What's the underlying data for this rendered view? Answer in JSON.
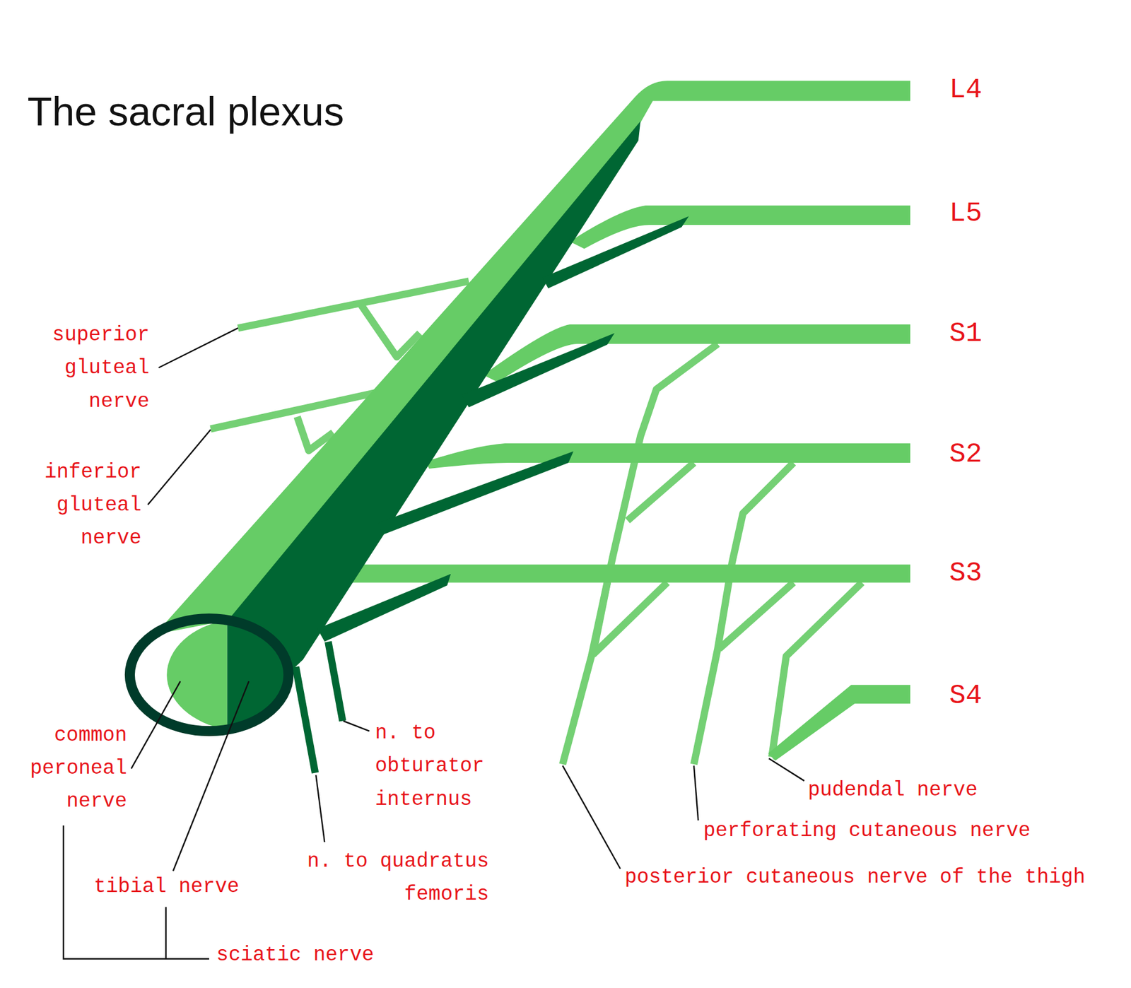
{
  "diagram": {
    "title": "The sacral plexus",
    "labels": [
      "L4",
      "L5",
      "S1",
      "superior gluteal nerve",
      "S2",
      "inferior gluteal nerve",
      "S3",
      "S4",
      "common peroneal nerve",
      "n. to obturator internus",
      "pudendal nerve",
      "perforating cutaneous nerve",
      "n. to quadratus femoris",
      "posterior cutaneous nerve of the thigh",
      "tibial nerve",
      "sciatic nerve"
    ]
  }
}
